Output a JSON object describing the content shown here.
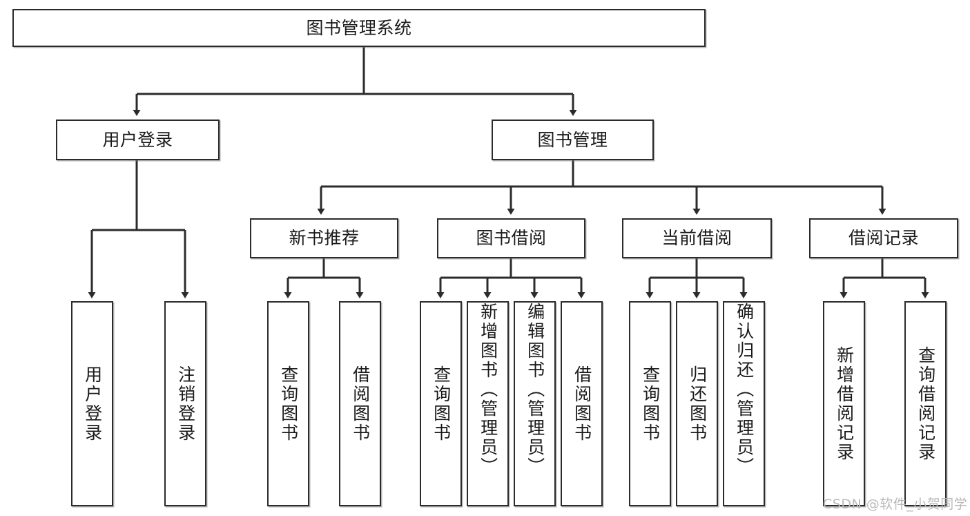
{
  "diagram": {
    "title": "图书管理系统",
    "type": "tree-hierarchy-diagram",
    "colors": {
      "box_border": "#2b2b2b",
      "box_fill": "#ffffff",
      "edge": "#2b2b2b",
      "background": "#ffffff",
      "watermark": "#b9b9b9"
    },
    "root": {
      "label": "图书管理系统"
    },
    "level2": [
      {
        "label": "用户登录"
      },
      {
        "label": "图书管理"
      }
    ],
    "level3": [
      {
        "label": "新书推荐"
      },
      {
        "label": "图书借阅"
      },
      {
        "label": "当前借阅"
      },
      {
        "label": "借阅记录"
      }
    ],
    "leaves": {
      "user_login": [
        {
          "label": "用户登录"
        },
        {
          "label": "注销登录"
        }
      ],
      "new_book_recommend": [
        {
          "label": "查询图书"
        },
        {
          "label": "借阅图书"
        }
      ],
      "book_borrow": [
        {
          "label": "查询图书"
        },
        {
          "label": "新增图书（管理员）"
        },
        {
          "label": "编辑图书（管理员）"
        },
        {
          "label": "借阅图书"
        }
      ],
      "current_borrow": [
        {
          "label": "查询图书"
        },
        {
          "label": "归还图书"
        },
        {
          "label": "确认归还（管理员）"
        }
      ],
      "borrow_record": [
        {
          "label": "新增借阅记录"
        },
        {
          "label": "查询借阅记录"
        }
      ]
    }
  },
  "watermark": {
    "text": "CSDN @软件_小贺同学"
  }
}
